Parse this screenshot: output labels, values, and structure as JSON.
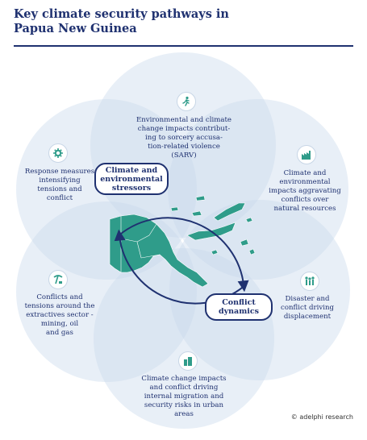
{
  "title_line1": "Key climate security pathways in",
  "title_line2": "Papua New Guinea",
  "colors": {
    "navy": "#1f3170",
    "petal": "#c9d8ec",
    "teal": "#2f9c8a"
  },
  "pathways": {
    "sarv": [
      "Environmental and climate",
      "change impacts contribut-",
      "ing to sorcery accusa-",
      "tion-related violence",
      "(SARV)"
    ],
    "resources": [
      "Climate and",
      "environmental",
      "impacts aggravating",
      "conflicts over",
      "natural resources"
    ],
    "displacement": [
      "Disaster and",
      "conflict driving",
      "displacement"
    ],
    "urban": [
      "Climate change impacts",
      "and conflict driving",
      "internal migration and",
      "security risks in urban",
      "areas"
    ],
    "extractives": [
      "Conflicts and",
      "tensions around the",
      "extractives sector -",
      "mining, oil",
      "and gas"
    ],
    "response": [
      "Response measures",
      "intensifying",
      "tensions and",
      "conflict"
    ]
  },
  "pills": {
    "stressors": [
      "Climate and",
      "environmental",
      "stressors"
    ],
    "dynamics": [
      "Conflict",
      "dynamics"
    ]
  },
  "icons": {
    "sarv": "running-person-icon",
    "resources": "factory-icon",
    "displacement": "people-group-icon",
    "urban": "buildings-icon",
    "extractives": "pickaxe-icon",
    "response": "gear-icon"
  },
  "credit": "© adelphi research"
}
